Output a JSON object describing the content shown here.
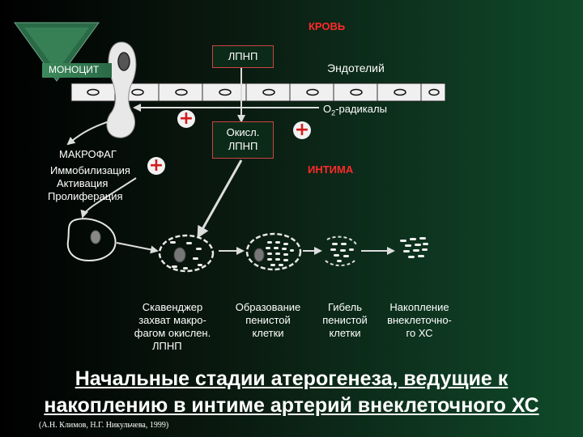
{
  "labels": {
    "blood": "КРОВЬ",
    "ldl": "ЛПНП",
    "endothelium": "Эндотелий",
    "monocyte": "МОНОЦИТ",
    "o2_prefix": "O",
    "o2_sub": "2",
    "o2_suffix": "-радикалы",
    "oxldl_line1": "Окисл.",
    "oxldl_line2": "ЛПНП",
    "macrophage": "МАКРОФАГ",
    "immobilization": "Иммобилизация",
    "activation": "Активация",
    "proliferation": "Пролиферация",
    "intima": "ИНТИМА"
  },
  "stages": [
    {
      "lines": [
        "Скавенджер",
        "захват макро-",
        "фагом окислен.",
        "ЛПНП"
      ]
    },
    {
      "lines": [
        "Образование",
        "пенистой",
        "клетки"
      ]
    },
    {
      "lines": [
        "Гибель",
        "пенистой",
        "клетки"
      ]
    },
    {
      "lines": [
        "Накопление",
        "внеклеточно-",
        "го ХС"
      ]
    }
  ],
  "title_line1": "Начальные стадии атерогенеза, ведущие к",
  "title_line2": "накоплению в интиме артерий внеклеточного ХС",
  "citation": "(А.Н. Климов, Н.Г. Никульчева, 1999)",
  "plus_symbol": "+",
  "colors": {
    "accent_red": "#ff2a2a",
    "plus_red": "#d21b1b",
    "cell_fill": "#e8e8e8",
    "arrow": "#dddddd"
  }
}
